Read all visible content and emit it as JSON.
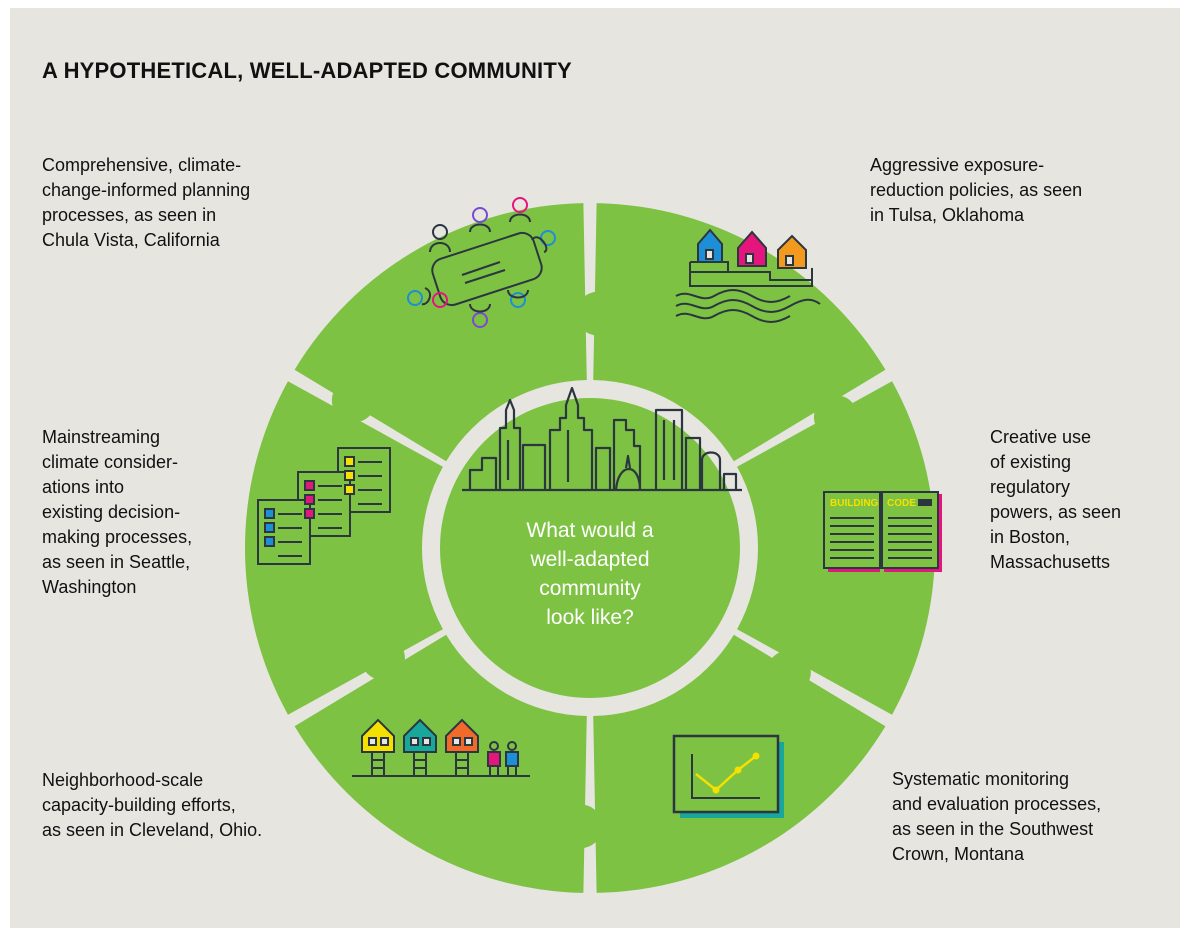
{
  "title": "A HYPOTHETICAL, WELL-ADAPTED COMMUNITY",
  "colors": {
    "background": "#e6e5e0",
    "puzzle_green": "#7dc243",
    "hub_green": "#7dc243",
    "line_dark": "#2b3640"
  },
  "hub": {
    "lines": [
      "What would a",
      "well-adapted",
      "community",
      "look like?"
    ],
    "icon": "city-skyline-icon"
  },
  "pieces": [
    {
      "id": "planning",
      "icon": "meeting-table-icon",
      "lines": [
        "Comprehensive, climate-",
        "change-informed planning",
        "processes, as seen in",
        "Chula Vista, California"
      ]
    },
    {
      "id": "exposure",
      "icon": "houses-flood-icon",
      "lines": [
        "Aggressive exposure-",
        "reduction policies, as seen",
        "in Tulsa, Oklahoma"
      ]
    },
    {
      "id": "regulatory",
      "icon": "building-code-book-icon",
      "icon_text": [
        "BUILDING",
        "CODE"
      ],
      "lines": [
        "Creative use",
        "of existing",
        "regulatory",
        "powers, as seen",
        "in Boston,",
        "Massachusetts"
      ]
    },
    {
      "id": "monitoring",
      "icon": "monitoring-chart-icon",
      "lines": [
        "Systematic monitoring",
        "and evaluation processes,",
        "as seen in the Southwest",
        "Crown, Montana"
      ]
    },
    {
      "id": "neighborhood",
      "icon": "neighborhood-houses-people-icon",
      "lines": [
        "Neighborhood-scale",
        "capacity-building efforts,",
        "as seen in Cleveland, Ohio."
      ]
    },
    {
      "id": "mainstreaming",
      "icon": "checklists-icon",
      "lines": [
        "Mainstreaming",
        "climate consider-",
        "ations into",
        "existing decision-",
        "making processes,",
        "as seen in Seattle,",
        "Washington"
      ]
    }
  ]
}
